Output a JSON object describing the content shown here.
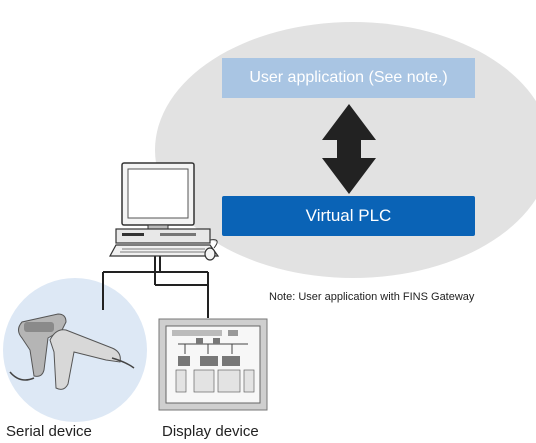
{
  "diagram": {
    "app_box_label": "User application (See note.)",
    "plc_box_label": "Virtual PLC",
    "note": "Note: User application with FINS Gateway",
    "serial_device_label": "Serial device",
    "display_device_label": "Display device"
  },
  "colors": {
    "ellipse": "#e2e2e2",
    "app_box": "#a9c5e3",
    "plc_box": "#0a63b6",
    "arrow": "#222222",
    "lines": "#222222"
  }
}
